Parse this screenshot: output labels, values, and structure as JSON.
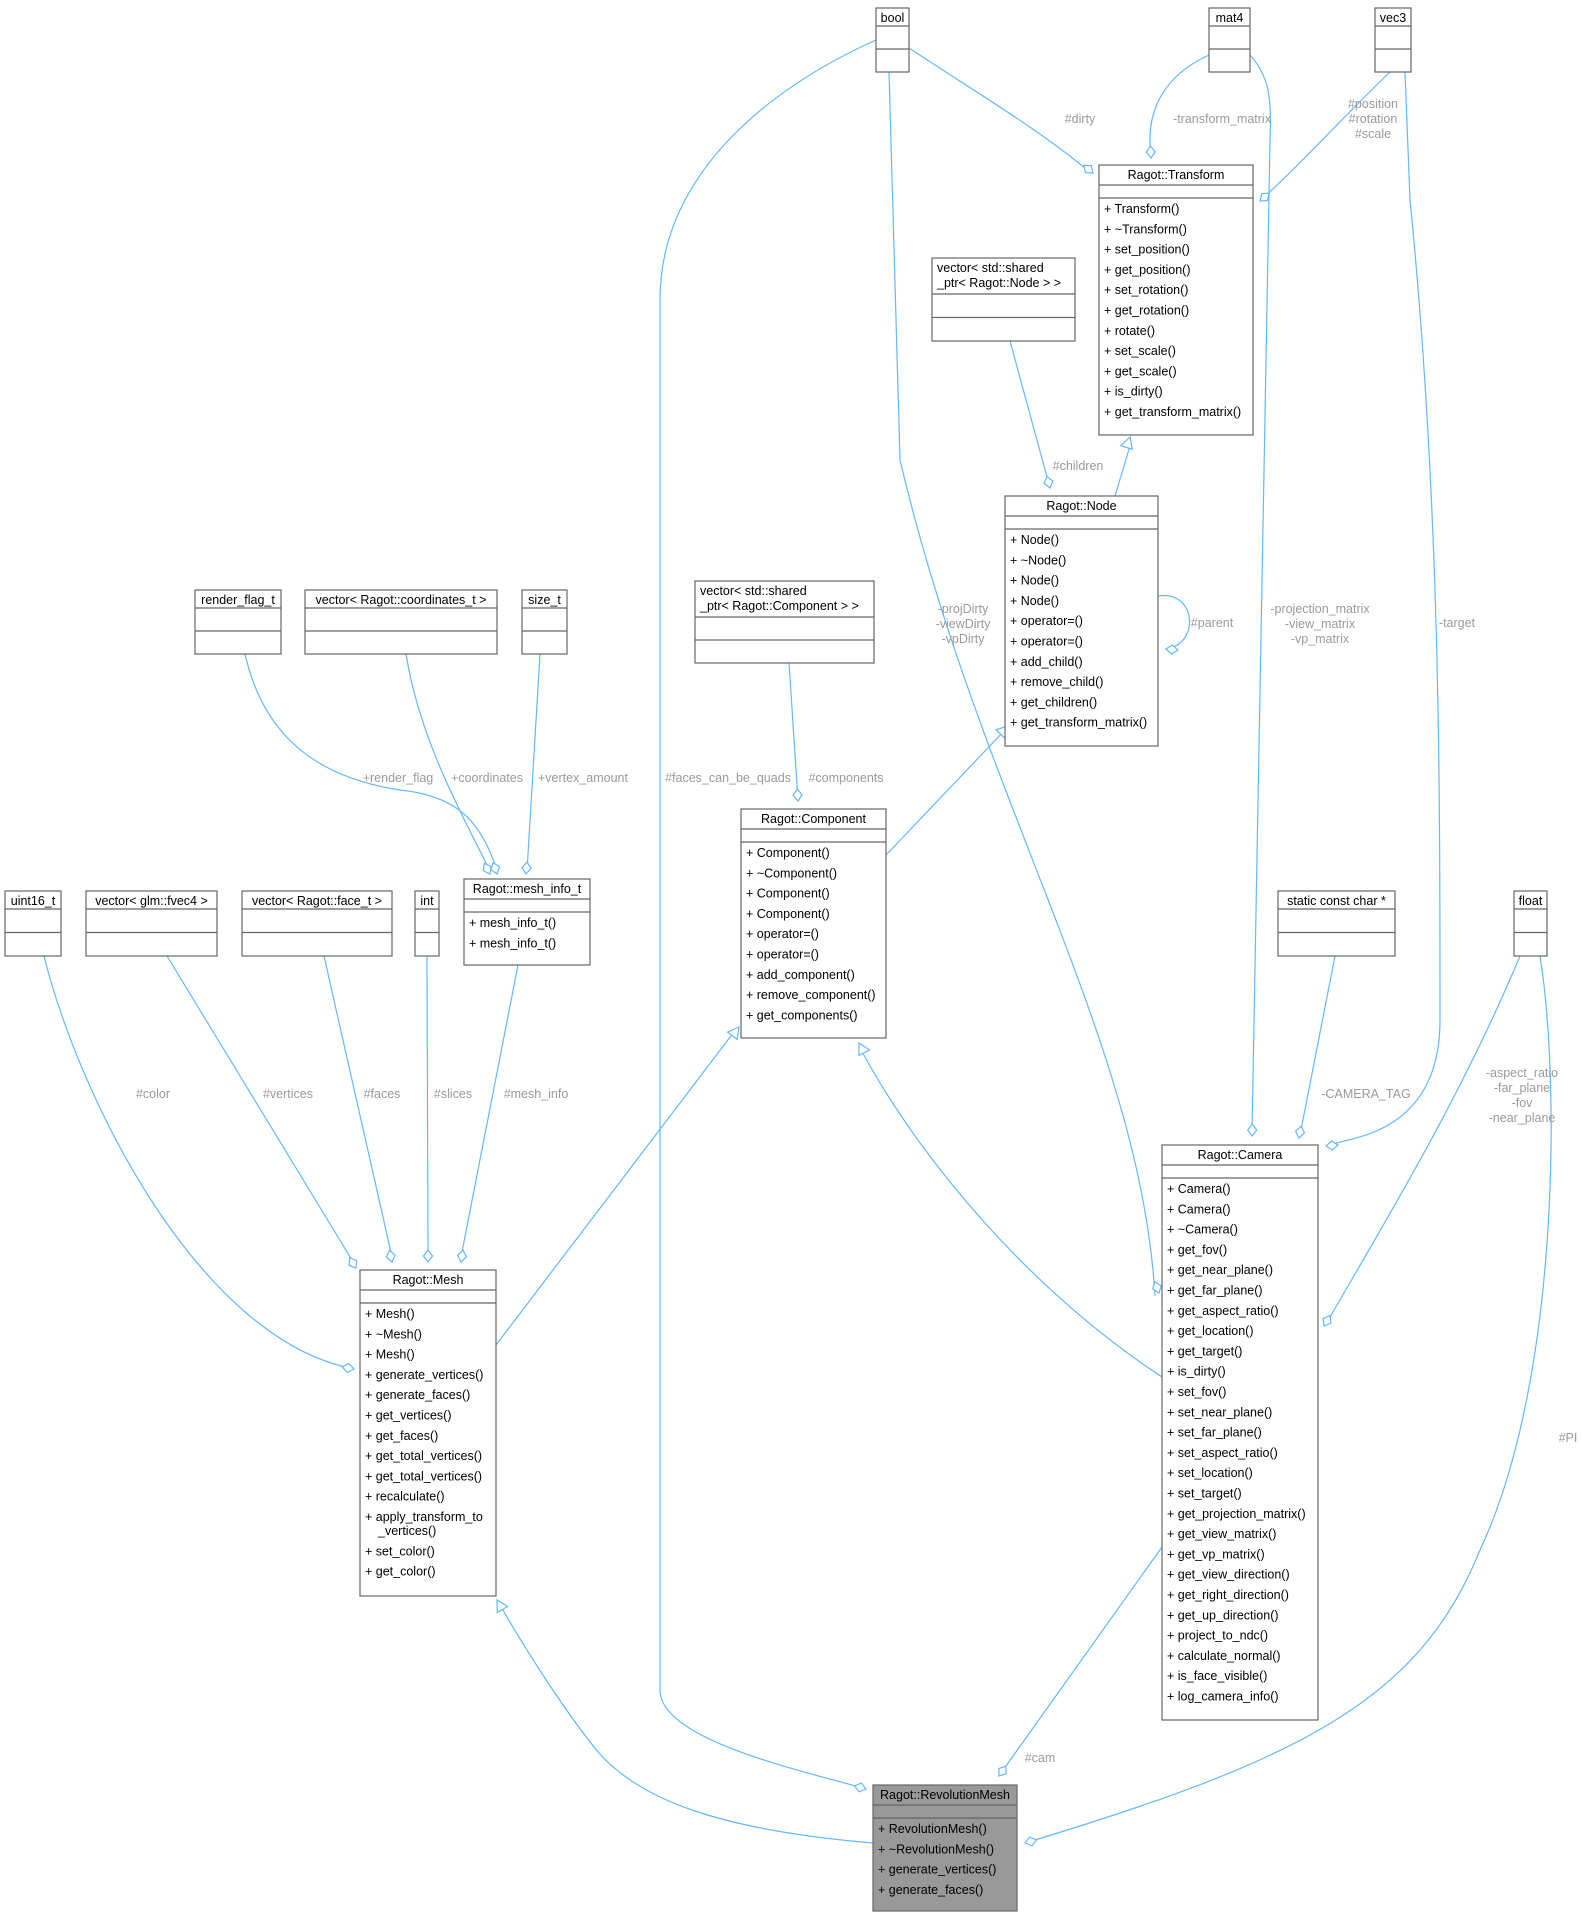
{
  "colors": {
    "edge": "#63b8ff",
    "focus_fill": "#999999",
    "box_border": "#666666",
    "label": "#9a9a9a"
  },
  "boxes": [
    {
      "id": "bool",
      "title": "bool",
      "members": []
    },
    {
      "id": "mat4",
      "title": "mat4",
      "members": []
    },
    {
      "id": "vec3",
      "title": "vec3",
      "members": []
    },
    {
      "id": "transform",
      "title": "Ragot::Transform",
      "members": [
        "+ Transform()",
        "+ ~Transform()",
        "+ set_position()",
        "+ get_position()",
        "+ set_rotation()",
        "+ get_rotation()",
        "+ rotate()",
        "+ set_scale()",
        "+ get_scale()",
        "+ is_dirty()",
        "+ get_transform_matrix()"
      ]
    },
    {
      "id": "vecnode",
      "title": "vector< std::shared\n_ptr< Ragot::Node > >",
      "members": []
    },
    {
      "id": "node",
      "title": "Ragot::Node",
      "members": [
        "+ Node()",
        "+ ~Node()",
        "+ Node()",
        "+ Node()",
        "+ operator=()",
        "+ operator=()",
        "+ add_child()",
        "+ remove_child()",
        "+ get_children()",
        "+ get_transform_matrix()"
      ]
    },
    {
      "id": "render_flag",
      "title": "render_flag_t",
      "members": []
    },
    {
      "id": "veccoord",
      "title": "vector< Ragot::coordinates_t >",
      "members": []
    },
    {
      "id": "size_t",
      "title": "size_t",
      "members": []
    },
    {
      "id": "veccomp",
      "title": "vector< std::shared\n_ptr< Ragot::Component > >",
      "members": []
    },
    {
      "id": "component",
      "title": "Ragot::Component",
      "members": [
        "+ Component()",
        "+ ~Component()",
        "+ Component()",
        "+ Component()",
        "+ operator=()",
        "+ operator=()",
        "+ add_component()",
        "+ remove_component()",
        "+ get_components()"
      ]
    },
    {
      "id": "uint16",
      "title": "uint16_t",
      "members": []
    },
    {
      "id": "vecfvec4",
      "title": "vector< glm::fvec4 >",
      "members": []
    },
    {
      "id": "vecface",
      "title": "vector< Ragot::face_t >",
      "members": []
    },
    {
      "id": "int",
      "title": "int",
      "members": []
    },
    {
      "id": "meshinfo",
      "title": "Ragot::mesh_info_t",
      "members": [
        "+   mesh_info_t()",
        "+   mesh_info_t()"
      ]
    },
    {
      "id": "constchar",
      "title": "static const char *",
      "members": []
    },
    {
      "id": "float",
      "title": "float",
      "members": []
    },
    {
      "id": "mesh",
      "title": "Ragot::Mesh",
      "members": [
        "+ Mesh()",
        "+ ~Mesh()",
        "+ Mesh()",
        "+ generate_vertices()",
        "+ generate_faces()",
        "+ get_vertices()",
        "+ get_faces()",
        "+ get_total_vertices()",
        "+ get_total_vertices()",
        "+ recalculate()",
        "+ apply_transform_to\n_vertices()",
        "+ set_color()",
        "+ get_color()"
      ]
    },
    {
      "id": "camera",
      "title": "Ragot::Camera",
      "members": [
        "+ Camera()",
        "+ Camera()",
        "+ ~Camera()",
        "+ get_fov()",
        "+ get_near_plane()",
        "+ get_far_plane()",
        "+ get_aspect_ratio()",
        "+ get_location()",
        "+ get_target()",
        "+ is_dirty()",
        "+ set_fov()",
        "+ set_near_plane()",
        "+ set_far_plane()",
        "+ set_aspect_ratio()",
        "+ set_location()",
        "+ set_target()",
        "+ get_projection_matrix()",
        "+ get_view_matrix()",
        "+ get_vp_matrix()",
        "+ get_view_direction()",
        "+ get_right_direction()",
        "+ get_up_direction()",
        "+ project_to_ndc()",
        "+ calculate_normal()",
        "+ is_face_visible()",
        "+ log_camera_info()"
      ]
    },
    {
      "id": "revmesh",
      "title": "Ragot::RevolutionMesh",
      "members": [
        "+   RevolutionMesh()",
        "+   ~RevolutionMesh()",
        "+   generate_vertices()",
        "+   generate_faces()"
      ]
    }
  ],
  "edge_labels": [
    {
      "id": "l_dirty",
      "lines": [
        "#dirty"
      ]
    },
    {
      "id": "l_transform_matrix",
      "lines": [
        "-transform_matrix"
      ]
    },
    {
      "id": "l_posrotscale",
      "lines": [
        "#position",
        "#rotation",
        "#scale"
      ]
    },
    {
      "id": "l_children",
      "lines": [
        "#children"
      ]
    },
    {
      "id": "l_parent",
      "lines": [
        "#parent"
      ]
    },
    {
      "id": "l_projdirty",
      "lines": [
        "-projDirty",
        "-viewDirty",
        "-vpDirty"
      ]
    },
    {
      "id": "l_projmatrix",
      "lines": [
        "-projection_matrix",
        "-view_matrix",
        "-vp_matrix"
      ]
    },
    {
      "id": "l_target",
      "lines": [
        "-target"
      ]
    },
    {
      "id": "l_render_flag",
      "lines": [
        "+render_flag"
      ]
    },
    {
      "id": "l_coordinates",
      "lines": [
        "+coordinates"
      ]
    },
    {
      "id": "l_vertex_amount",
      "lines": [
        "+vertex_amount"
      ]
    },
    {
      "id": "l_faces_quads",
      "lines": [
        "#faces_can_be_quads"
      ]
    },
    {
      "id": "l_components",
      "lines": [
        "#components"
      ]
    },
    {
      "id": "l_color",
      "lines": [
        "#color"
      ]
    },
    {
      "id": "l_vertices",
      "lines": [
        "#vertices"
      ]
    },
    {
      "id": "l_faces",
      "lines": [
        "#faces"
      ]
    },
    {
      "id": "l_slices",
      "lines": [
        "#slices"
      ]
    },
    {
      "id": "l_mesh_info",
      "lines": [
        "#mesh_info"
      ]
    },
    {
      "id": "l_camera_tag",
      "lines": [
        "-CAMERA_TAG"
      ]
    },
    {
      "id": "l_aspect",
      "lines": [
        "-aspect_ratio",
        "-far_plane",
        "-fov",
        "-near_plane"
      ]
    },
    {
      "id": "l_pi",
      "lines": [
        "#PI"
      ]
    },
    {
      "id": "l_cam",
      "lines": [
        "#cam"
      ]
    }
  ]
}
